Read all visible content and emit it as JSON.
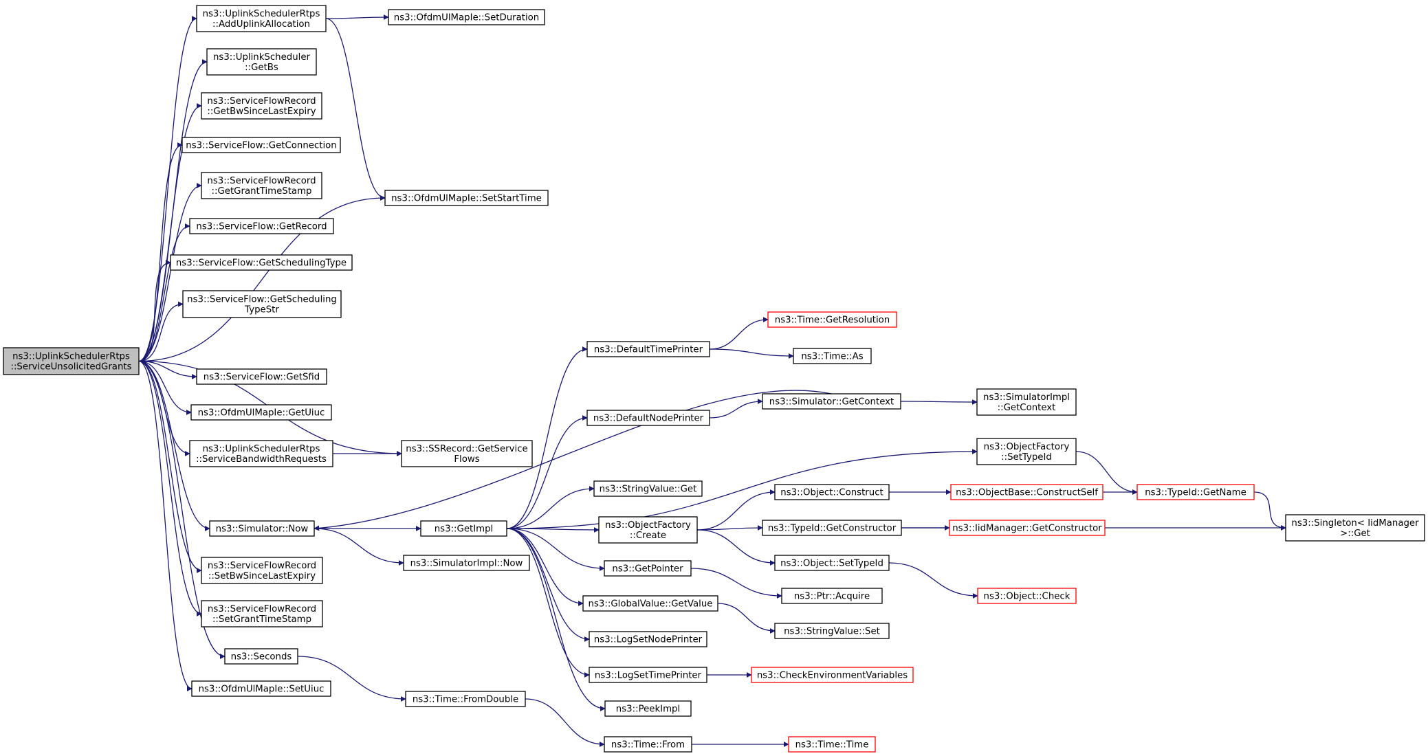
{
  "colors": {
    "edge": "#191970",
    "node_border": "#000000",
    "red_border": "#ff0000",
    "root_fill": "#bfbfbf"
  },
  "nodes": [
    {
      "id": "root",
      "lines": [
        "ns3::UplinkSchedulerRtps",
        "::ServiceUnsolicitedGrants"
      ],
      "style": "root"
    },
    {
      "id": "addUplink",
      "lines": [
        "ns3::UplinkSchedulerRtps",
        "::AddUplinkAllocation"
      ]
    },
    {
      "id": "getBs",
      "lines": [
        "ns3::UplinkScheduler",
        "::GetBs"
      ]
    },
    {
      "id": "getBwSince",
      "lines": [
        "ns3::ServiceFlowRecord",
        "::GetBwSinceLastExpiry"
      ]
    },
    {
      "id": "getConnection",
      "lines": [
        "ns3::ServiceFlow::GetConnection"
      ]
    },
    {
      "id": "getGrantTS",
      "lines": [
        "ns3::ServiceFlowRecord",
        "::GetGrantTimeStamp"
      ]
    },
    {
      "id": "getRecord",
      "lines": [
        "ns3::ServiceFlow::GetRecord"
      ]
    },
    {
      "id": "getSchedType",
      "lines": [
        "ns3::ServiceFlow::GetSchedulingType"
      ]
    },
    {
      "id": "getSchedTypeStr",
      "lines": [
        "ns3::ServiceFlow::GetScheduling",
        "TypeStr"
      ]
    },
    {
      "id": "getSfid",
      "lines": [
        "ns3::ServiceFlow::GetSfid"
      ]
    },
    {
      "id": "getUiuc",
      "lines": [
        "ns3::OfdmUlMapIe::GetUiuc"
      ]
    },
    {
      "id": "serviceBw",
      "lines": [
        "ns3::UplinkSchedulerRtps",
        "::ServiceBandwidthRequests"
      ]
    },
    {
      "id": "simNow",
      "lines": [
        "ns3::Simulator::Now"
      ]
    },
    {
      "id": "setBwSince",
      "lines": [
        "ns3::ServiceFlowRecord",
        "::SetBwSinceLastExpiry"
      ]
    },
    {
      "id": "setGrantTS",
      "lines": [
        "ns3::ServiceFlowRecord",
        "::SetGrantTimeStamp"
      ]
    },
    {
      "id": "seconds",
      "lines": [
        "ns3::Seconds"
      ]
    },
    {
      "id": "setUiuc",
      "lines": [
        "ns3::OfdmUlMapIe::SetUiuc"
      ]
    },
    {
      "id": "setDuration",
      "lines": [
        "ns3::OfdmUlMapIe::SetDuration"
      ]
    },
    {
      "id": "setStartTime",
      "lines": [
        "ns3::OfdmUlMapIe::SetStartTime"
      ]
    },
    {
      "id": "getServiceFlows",
      "lines": [
        "ns3::SSRecord::GetService",
        "Flows"
      ]
    },
    {
      "id": "getImpl",
      "lines": [
        "ns3::GetImpl"
      ]
    },
    {
      "id": "simImplNow",
      "lines": [
        "ns3::SimulatorImpl::Now"
      ]
    },
    {
      "id": "fromDouble",
      "lines": [
        "ns3::Time::FromDouble"
      ]
    },
    {
      "id": "defTimePrinter",
      "lines": [
        "ns3::DefaultTimePrinter"
      ]
    },
    {
      "id": "defNodePrinter",
      "lines": [
        "ns3::DefaultNodePrinter"
      ]
    },
    {
      "id": "stringGet",
      "lines": [
        "ns3::StringValue::Get"
      ]
    },
    {
      "id": "objFactCreate",
      "lines": [
        "ns3::ObjectFactory",
        "::Create"
      ]
    },
    {
      "id": "getPointer",
      "lines": [
        "ns3::GetPointer"
      ]
    },
    {
      "id": "globalGetValue",
      "lines": [
        "ns3::GlobalValue::GetValue"
      ]
    },
    {
      "id": "logSetNode",
      "lines": [
        "ns3::LogSetNodePrinter"
      ]
    },
    {
      "id": "logSetTime",
      "lines": [
        "ns3::LogSetTimePrinter"
      ]
    },
    {
      "id": "peekImpl",
      "lines": [
        "ns3::PeekImpl"
      ]
    },
    {
      "id": "timeFrom",
      "lines": [
        "ns3::Time::From"
      ]
    },
    {
      "id": "getResolution",
      "lines": [
        "ns3::Time::GetResolution"
      ],
      "style": "red"
    },
    {
      "id": "timeAs",
      "lines": [
        "ns3::Time::As"
      ]
    },
    {
      "id": "simGetContext",
      "lines": [
        "ns3::Simulator::GetContext"
      ]
    },
    {
      "id": "objConstruct",
      "lines": [
        "ns3::Object::Construct"
      ]
    },
    {
      "id": "typeIdGetCtor",
      "lines": [
        "ns3::TypeId::GetConstructor"
      ]
    },
    {
      "id": "objSetTypeId",
      "lines": [
        "ns3::Object::SetTypeId"
      ]
    },
    {
      "id": "ptrAcquire",
      "lines": [
        "ns3::Ptr::Acquire"
      ]
    },
    {
      "id": "stringSet",
      "lines": [
        "ns3::StringValue::Set"
      ]
    },
    {
      "id": "checkEnv",
      "lines": [
        "ns3::CheckEnvironmentVariables"
      ],
      "style": "red"
    },
    {
      "id": "timeTime",
      "lines": [
        "ns3::Time::Time"
      ],
      "style": "red"
    },
    {
      "id": "simImplGetContext",
      "lines": [
        "ns3::SimulatorImpl",
        "::GetContext"
      ]
    },
    {
      "id": "objFactSetTypeId",
      "lines": [
        "ns3::ObjectFactory",
        "::SetTypeId"
      ]
    },
    {
      "id": "objBaseConstructSelf",
      "lines": [
        "ns3::ObjectBase::ConstructSelf"
      ],
      "style": "red"
    },
    {
      "id": "iidMgrGetCtor",
      "lines": [
        "ns3::IidManager::GetConstructor"
      ],
      "style": "red"
    },
    {
      "id": "objCheck",
      "lines": [
        "ns3::Object::Check"
      ],
      "style": "red"
    },
    {
      "id": "typeIdGetName",
      "lines": [
        "ns3::TypeId::GetName"
      ],
      "style": "red"
    },
    {
      "id": "singletonGet",
      "lines": [
        "ns3::Singleton< IidManager",
        ">::Get"
      ]
    }
  ],
  "edges": [
    [
      "root",
      "addUplink"
    ],
    [
      "root",
      "getBs"
    ],
    [
      "root",
      "getBwSince"
    ],
    [
      "root",
      "getConnection"
    ],
    [
      "root",
      "getGrantTS"
    ],
    [
      "root",
      "getRecord"
    ],
    [
      "root",
      "getSchedType"
    ],
    [
      "root",
      "getSchedTypeStr"
    ],
    [
      "root",
      "setStartTime"
    ],
    [
      "root",
      "getSfid"
    ],
    [
      "root",
      "getUiuc"
    ],
    [
      "root",
      "serviceBw"
    ],
    [
      "root",
      "getServiceFlows"
    ],
    [
      "root",
      "simNow"
    ],
    [
      "root",
      "setBwSince"
    ],
    [
      "root",
      "setGrantTS"
    ],
    [
      "root",
      "seconds"
    ],
    [
      "root",
      "setUiuc"
    ],
    [
      "addUplink",
      "setDuration"
    ],
    [
      "addUplink",
      "setStartTime"
    ],
    [
      "serviceBw",
      "getServiceFlows"
    ],
    [
      "simNow",
      "getImpl"
    ],
    [
      "simNow",
      "simImplNow"
    ],
    [
      "seconds",
      "fromDouble"
    ],
    [
      "fromDouble",
      "timeFrom"
    ],
    [
      "timeFrom",
      "timeTime"
    ],
    [
      "getImpl",
      "defTimePrinter"
    ],
    [
      "getImpl",
      "defNodePrinter"
    ],
    [
      "getImpl",
      "objFactSetTypeId"
    ],
    [
      "getImpl",
      "stringGet"
    ],
    [
      "getImpl",
      "objFactCreate"
    ],
    [
      "getImpl",
      "getPointer"
    ],
    [
      "getImpl",
      "globalGetValue"
    ],
    [
      "getImpl",
      "logSetNode"
    ],
    [
      "getImpl",
      "logSetTime"
    ],
    [
      "getImpl",
      "peekImpl"
    ],
    [
      "defTimePrinter",
      "getResolution"
    ],
    [
      "defTimePrinter",
      "timeAs"
    ],
    [
      "defNodePrinter",
      "simGetContext"
    ],
    [
      "simGetContext",
      "simNow"
    ],
    [
      "simGetContext",
      "simImplGetContext"
    ],
    [
      "objFactSetTypeId",
      "typeIdGetName"
    ],
    [
      "objFactCreate",
      "objConstruct"
    ],
    [
      "objFactCreate",
      "typeIdGetCtor"
    ],
    [
      "objFactCreate",
      "objSetTypeId"
    ],
    [
      "objConstruct",
      "objBaseConstructSelf"
    ],
    [
      "objBaseConstructSelf",
      "typeIdGetName"
    ],
    [
      "typeIdGetCtor",
      "iidMgrGetCtor"
    ],
    [
      "typeIdGetCtor",
      "singletonGet"
    ],
    [
      "typeIdGetName",
      "singletonGet"
    ],
    [
      "objSetTypeId",
      "objCheck"
    ],
    [
      "getPointer",
      "ptrAcquire"
    ],
    [
      "globalGetValue",
      "stringSet"
    ],
    [
      "logSetTime",
      "checkEnv"
    ]
  ]
}
